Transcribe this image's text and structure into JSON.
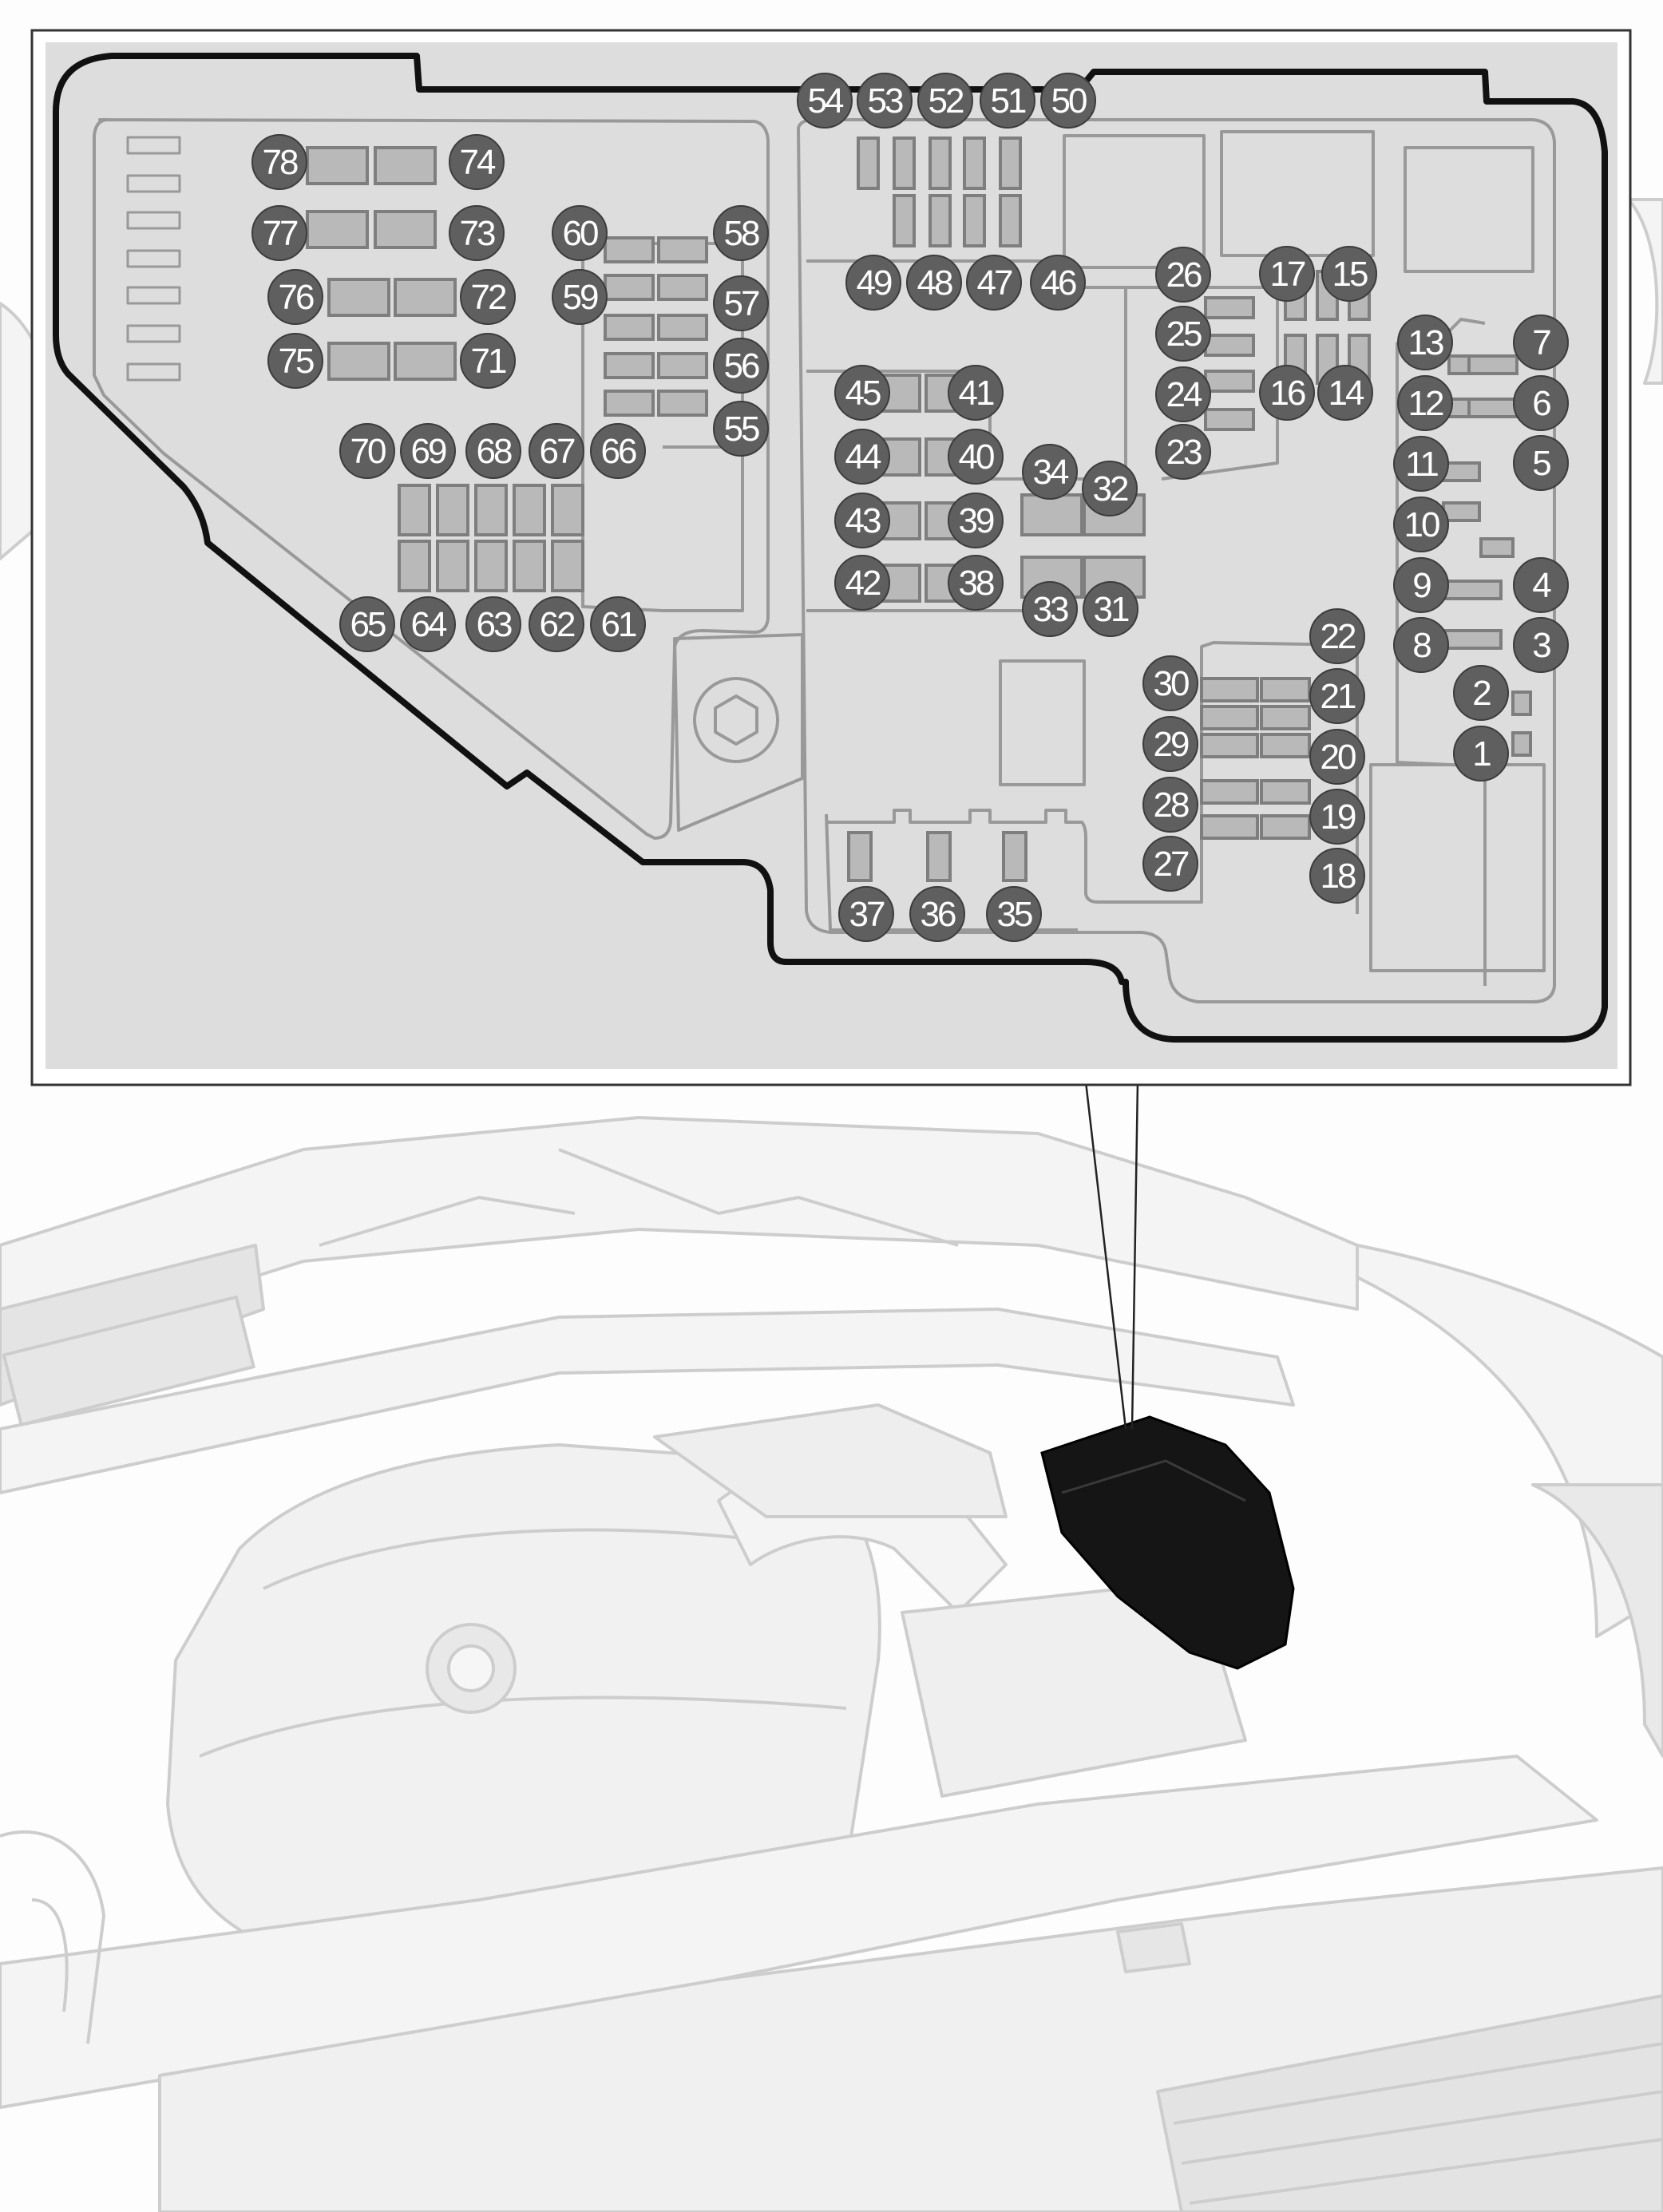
{
  "diagram": {
    "title": "",
    "subject": "engine-compartment-fuse-box",
    "colors": {
      "panel_bg": "#dddddd",
      "outline": "#111111",
      "part_line": "#999999",
      "fuse_fill": "#b9b9b9",
      "badge_fill": "#5f5f5f",
      "badge_text": "#ffffff",
      "fuse_box_cover": "#151515",
      "engine_lines": "#c8c8c8",
      "engine_fill": "#f2f2f2"
    },
    "fuse_numbers": [
      "1",
      "2",
      "3",
      "4",
      "5",
      "6",
      "7",
      "8",
      "9",
      "10",
      "11",
      "12",
      "13",
      "14",
      "15",
      "16",
      "17",
      "18",
      "19",
      "20",
      "21",
      "22",
      "23",
      "24",
      "25",
      "26",
      "27",
      "28",
      "29",
      "30",
      "31",
      "32",
      "33",
      "34",
      "35",
      "36",
      "37",
      "38",
      "39",
      "40",
      "41",
      "42",
      "43",
      "44",
      "45",
      "46",
      "47",
      "48",
      "49",
      "50",
      "51",
      "52",
      "53",
      "54",
      "55",
      "56",
      "57",
      "58",
      "59",
      "60",
      "61",
      "62",
      "63",
      "64",
      "65",
      "66",
      "67",
      "68",
      "69",
      "70",
      "71",
      "72",
      "73",
      "74",
      "75",
      "76",
      "77",
      "78"
    ]
  }
}
